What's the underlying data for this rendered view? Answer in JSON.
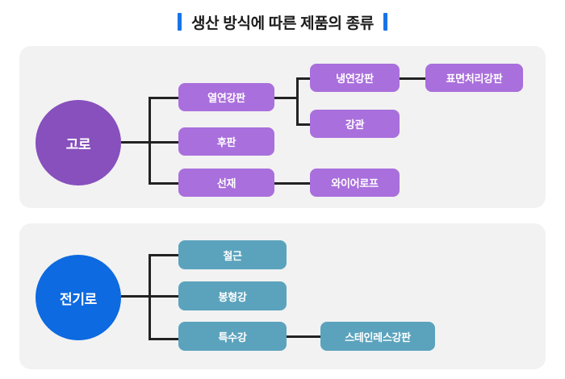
{
  "title": {
    "text": "생산 방식에 따른 제품의 종류",
    "accent_color": "#1a73e8"
  },
  "colors": {
    "panel_bg": "#f2f2f2",
    "page_bg": "#ffffff",
    "blast_furnace_circle": "#8750bd",
    "blast_furnace_box": "#a96fdc",
    "electric_furnace_circle": "#0d6ae0",
    "electric_furnace_box": "#5ba3bd",
    "connector": "#222222"
  },
  "diagram": {
    "type": "tree",
    "groups": [
      {
        "root": "고로",
        "level1": [
          {
            "label": "열연강판",
            "children": [
              "냉연강판",
              "강관"
            ]
          },
          {
            "label": "후판",
            "children": []
          },
          {
            "label": "선재",
            "children": [
              "와이어로프"
            ]
          }
        ],
        "level3": [
          {
            "parent": "냉연강판",
            "label": "표면처리강판"
          }
        ]
      },
      {
        "root": "전기로",
        "level1": [
          {
            "label": "철근",
            "children": []
          },
          {
            "label": "봉형강",
            "children": []
          },
          {
            "label": "특수강",
            "children": [
              "스테인레스강판"
            ]
          }
        ],
        "level3": []
      }
    ]
  },
  "nodes": {
    "goro": "고로",
    "yeolyeon": "열연강판",
    "hupan": "후판",
    "seonjae": "선재",
    "naengyeon": "냉연강판",
    "gangwan": "강관",
    "pyomyeon": "표면처리강판",
    "wirerope": "와이어로프",
    "jeongiro": "전기로",
    "cheolgeun": "철근",
    "bonghyeonggang": "봉형강",
    "teuksugang": "특수강",
    "stainless": "스테인레스강판"
  }
}
